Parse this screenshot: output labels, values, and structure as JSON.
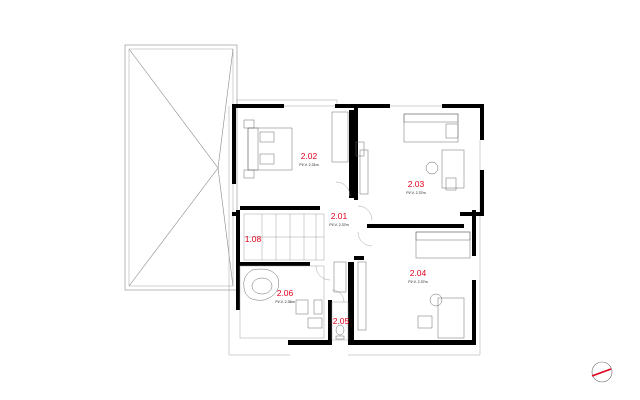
{
  "rooms": [
    {
      "number": "2.02",
      "area_label": "Pl/.V. 2.31m"
    },
    {
      "number": "2.03",
      "area_label": "Pl/.V. 2.37m"
    },
    {
      "number": "2.01",
      "area_label": "Pl/.V. 2.37m"
    },
    {
      "number": "1.08",
      "area_label": ""
    },
    {
      "number": "2.04",
      "area_label": "Pl/.V. 2.37m"
    },
    {
      "number": "2.06",
      "area_label": "Pl/.V. 2.36m"
    },
    {
      "number": "2.05",
      "area_label": ""
    }
  ],
  "colors": {
    "room_number": "#e0001b",
    "walls": "#000000",
    "thin_lines": "#8a8a8a",
    "north_arrow": "#e0001b"
  },
  "icons": [
    "north-arrow-icon"
  ]
}
